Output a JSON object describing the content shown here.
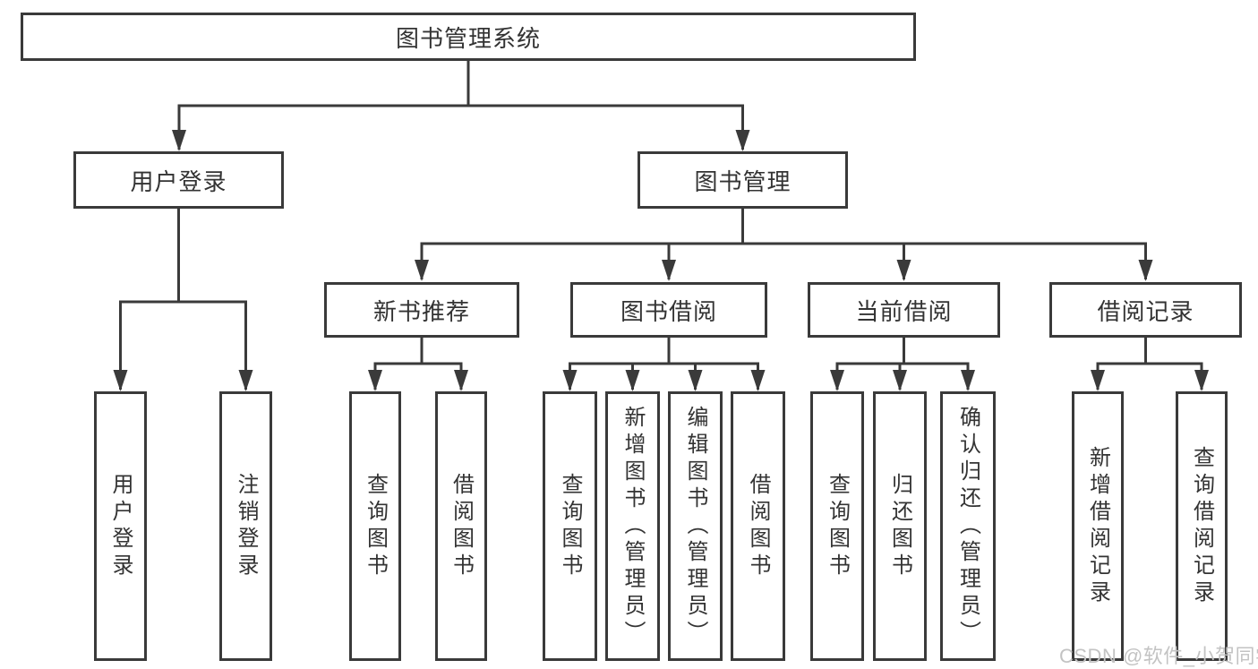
{
  "tree": {
    "root": {
      "label": "图书管理系统"
    },
    "branches": [
      {
        "label": "用户登录",
        "children": [
          {
            "label": "用户登录"
          },
          {
            "label": "注销登录"
          }
        ]
      },
      {
        "label": "图书管理",
        "children": [
          {
            "label": "新书推荐",
            "children": [
              {
                "label": "查询图书"
              },
              {
                "label": "借阅图书"
              }
            ]
          },
          {
            "label": "图书借阅",
            "children": [
              {
                "label": "查询图书"
              },
              {
                "label": "新增图书（管理员）"
              },
              {
                "label": "编辑图书（管理员）"
              },
              {
                "label": "借阅图书"
              }
            ]
          },
          {
            "label": "当前借阅",
            "children": [
              {
                "label": "查询图书"
              },
              {
                "label": "归还图书"
              },
              {
                "label": "确认归还（管理员）"
              }
            ]
          },
          {
            "label": "借阅记录",
            "children": [
              {
                "label": "新增借阅记录"
              },
              {
                "label": "查询借阅记录"
              }
            ]
          }
        ]
      }
    ]
  },
  "watermark": {
    "text": "CSDN @软件_小贺同学"
  },
  "colors": {
    "line": "#3a3a3a",
    "text": "#333333",
    "background": "#ffffff",
    "watermark": "#c3c3c3"
  }
}
